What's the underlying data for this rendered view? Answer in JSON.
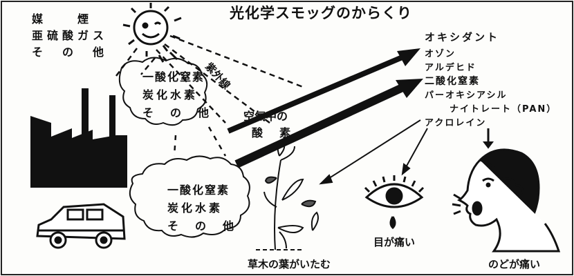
{
  "title": "光化学スモッグのからくり",
  "sources_top": {
    "line1": "媒　　煙",
    "line2": "亜硫酸ガス",
    "line3": "そ　の　他"
  },
  "ultraviolet": "紫外線",
  "factory_emissions": {
    "line1": "一酸化窒素",
    "line2": "炭化水素",
    "line3": "そ　の　他"
  },
  "car_emissions": {
    "line1": "一酸化窒素",
    "line2": "炭化水素",
    "line3": "そ　の　他"
  },
  "oxygen_label": {
    "line1": "空気中の",
    "line2": "酸　素"
  },
  "oxidants": {
    "head": "オキシダント",
    "items": [
      "オゾン",
      "アルデヒド",
      "二酸化窒素",
      "パーオキシアシル",
      "ナイトレート（PAN）",
      "アクロレイン"
    ]
  },
  "effects": {
    "plants": "草木の葉がいたむ",
    "eyes": "目が痛い",
    "throat": "のどが痛い"
  }
}
